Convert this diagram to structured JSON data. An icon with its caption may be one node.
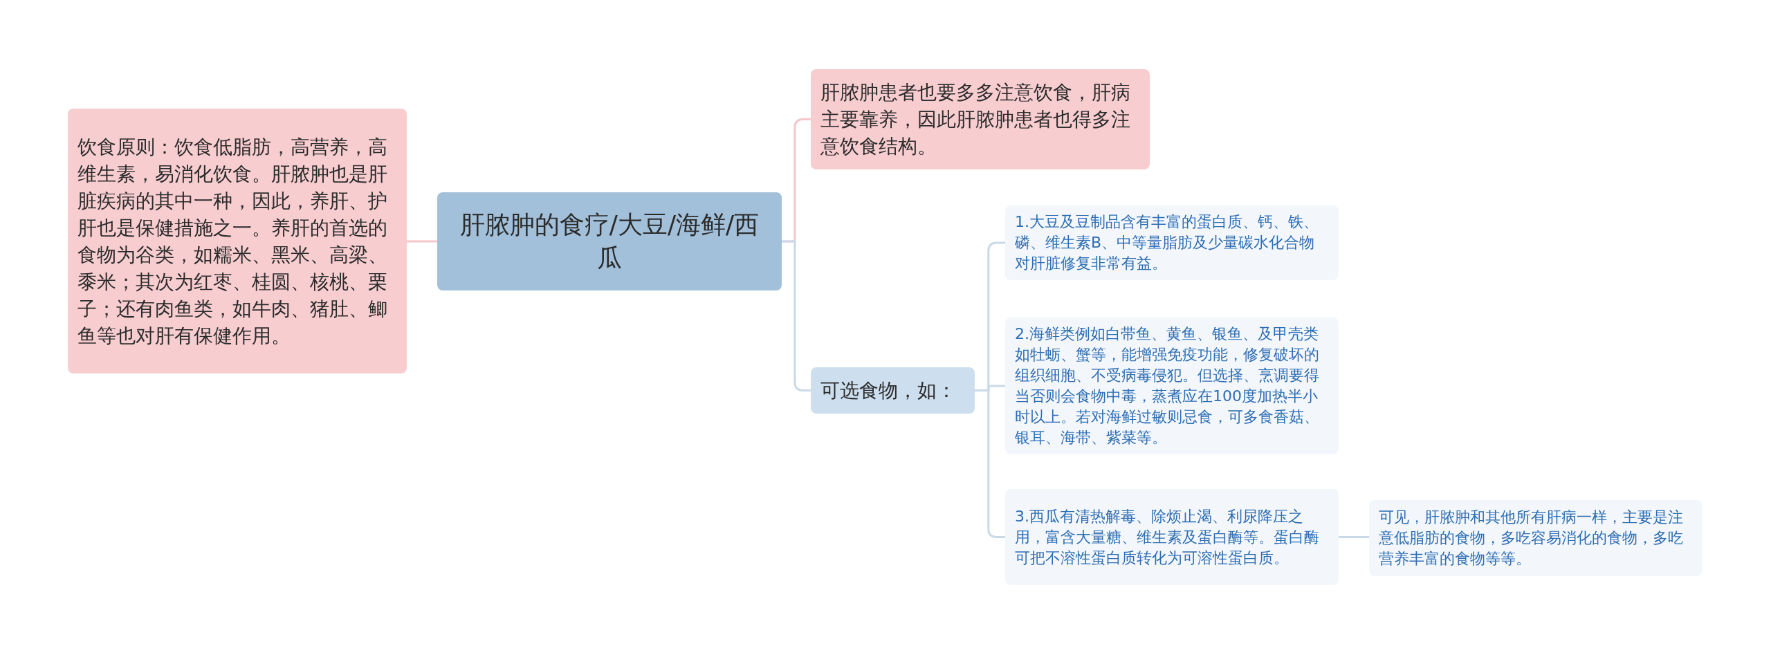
{
  "diagram": {
    "nodes": [
      {
        "text": [
          "肝脓肿的食疗/大豆/海鲜/西瓜"
        ]
      },
      {
        "text": [
          "饮食原则：饮食低脂肪，高营养，高维生素，易消化饮食。肝脓肿也是肝脏疾病的其中一种，因此，养肝、护肝也是保健措施之一。养肝的首选的食物为谷类，如糯米、黑米、高梁、黍米；其次为红枣、桂圆、核桃、栗子；还有肉鱼类，如牛肉、猪肚、鲫鱼等也对肝有保健作用。"
        ]
      },
      {
        "text": [
          "肝脓肿患者也要多多注意饮食，肝病主要靠养，因此肝脓肿患者也得多注意饮食结构。"
        ]
      },
      {
        "text": [
          "可选食物，如："
        ]
      },
      {
        "text": [
          "1.大豆及豆制品含有丰富的蛋白质、钙、铁、磷、维生素B、中等量脂肪及少量碳水化合物对肝脏修复非常有益。"
        ]
      },
      {
        "text": [
          "2.海鲜类例如白带鱼、黄鱼、银鱼、及甲壳类如牡蛎、蟹等，能增强免疫功能，修复破坏的组织细胞、不受病毒侵犯。但选择、烹调要得当否则会食物中毒，蒸煮应在100度加热半小时以上。若对海鲜过敏则忌食，可多食香菇、银耳、海带、紫菜等。"
        ]
      },
      {
        "text": [
          "3.西瓜有清热解毒、除烦止渴、利尿降压之用，富含大量糖、维生素及蛋白酶等。蛋白酶可把不溶性蛋白质转化为可溶性蛋白质。"
        ]
      },
      {
        "text": [
          "可见，肝脓肿和其他所有肝病一样，主要是注意低脂肪的食物，多吃容易消化的食物，多吃营养丰富的食物等等。"
        ]
      }
    ],
    "edges": [
      {
        "from": 0,
        "to": 1,
        "arrow": "none",
        "color": "#f4c6ca"
      },
      {
        "from": 0,
        "to": 2,
        "arrow": "none",
        "color": "#f4c6ca"
      },
      {
        "from": 0,
        "to": 3,
        "arrow": "none"
      },
      {
        "from": 3,
        "to": 4,
        "arrow": "none"
      },
      {
        "from": 3,
        "to": 5,
        "arrow": "none"
      },
      {
        "from": 3,
        "to": 6,
        "arrow": "none"
      },
      {
        "from": 6,
        "to": 7,
        "arrow": "none"
      }
    ]
  }
}
